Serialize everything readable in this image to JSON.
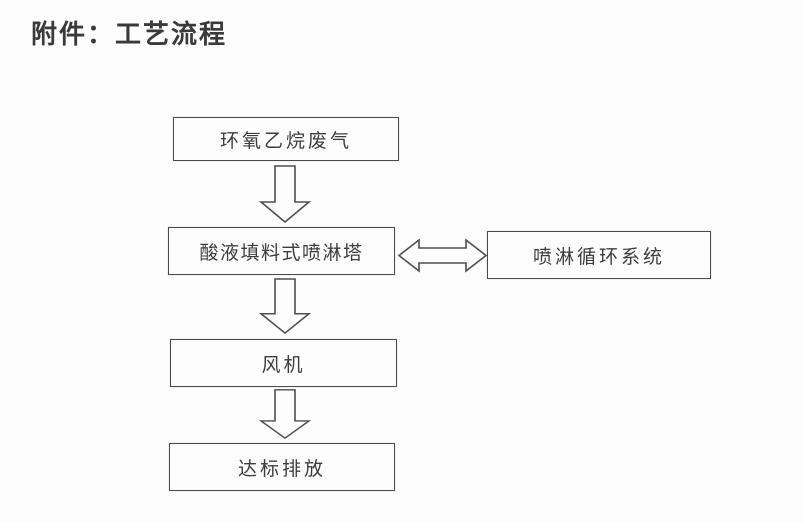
{
  "page": {
    "title": "附件：工艺流程"
  },
  "flowchart": {
    "nodes": [
      {
        "id": "waste-gas",
        "label": "环氧乙烷废气"
      },
      {
        "id": "spray-tower",
        "label": "酸液填料式喷淋塔"
      },
      {
        "id": "spray-circulation",
        "label": "喷淋循环系统"
      },
      {
        "id": "fan",
        "label": "风机"
      },
      {
        "id": "discharge",
        "label": "达标排放"
      }
    ],
    "connections": [
      {
        "from": "waste-gas",
        "to": "spray-tower",
        "style": "hollow-down-arrow"
      },
      {
        "from": "spray-tower",
        "to": "spray-circulation",
        "style": "hollow-double-arrow"
      },
      {
        "from": "spray-tower",
        "to": "fan",
        "style": "hollow-down-arrow"
      },
      {
        "from": "fan",
        "to": "discharge",
        "style": "hollow-down-arrow"
      }
    ],
    "colors": {
      "line": "#4a4a4a",
      "text": "#3d3d3d",
      "background": "#fdfdfd"
    }
  }
}
